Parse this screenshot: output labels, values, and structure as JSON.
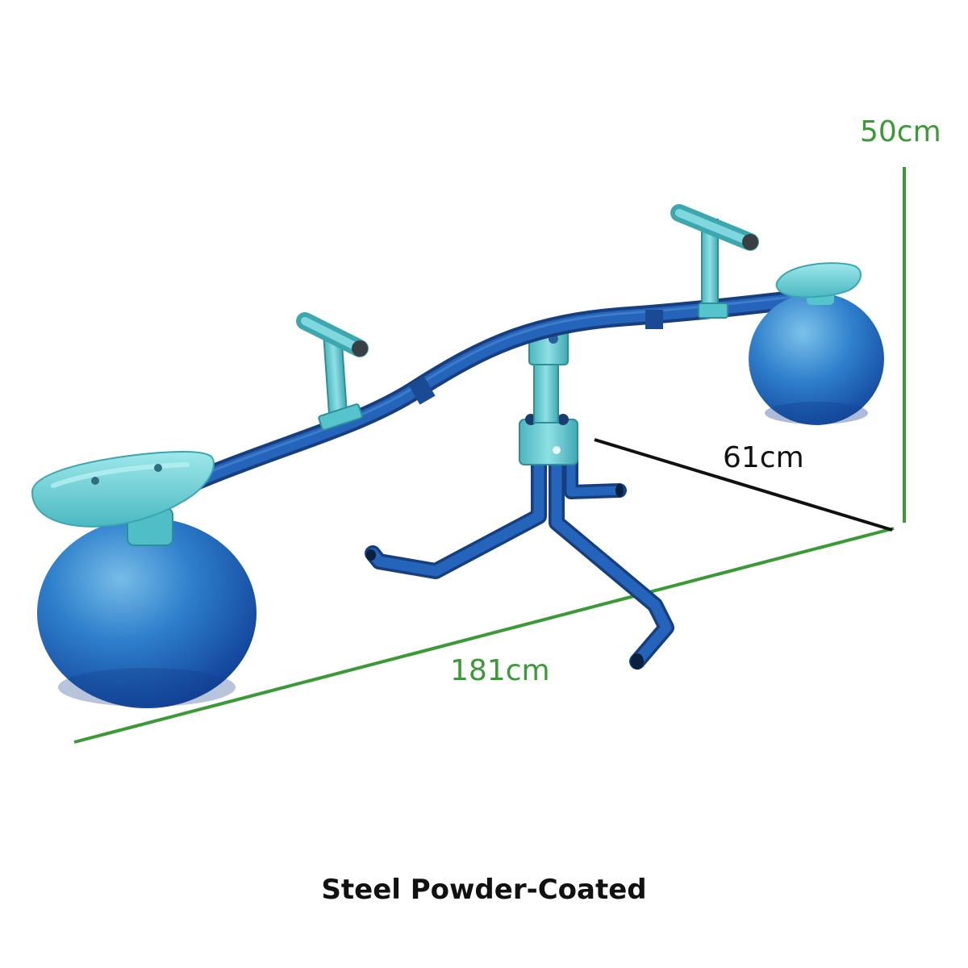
{
  "dimensions": {
    "height": {
      "label": "50cm",
      "color": "#3a9a35"
    },
    "depth": {
      "label": "61cm",
      "color": "#111111"
    },
    "length": {
      "label": "181cm",
      "color": "#3a9a35"
    }
  },
  "caption": {
    "text": "Steel Powder-Coated",
    "color": "#111111"
  },
  "colors": {
    "frame": "#1f55a8",
    "frame_dark": "#173f80",
    "teal": "#56c4cc",
    "teal_light": "#8fe0e3",
    "ball": "#2a6fc0",
    "ball_light": "#56a8e0",
    "measure_green": "#3a9a35",
    "measure_black": "#111111"
  }
}
